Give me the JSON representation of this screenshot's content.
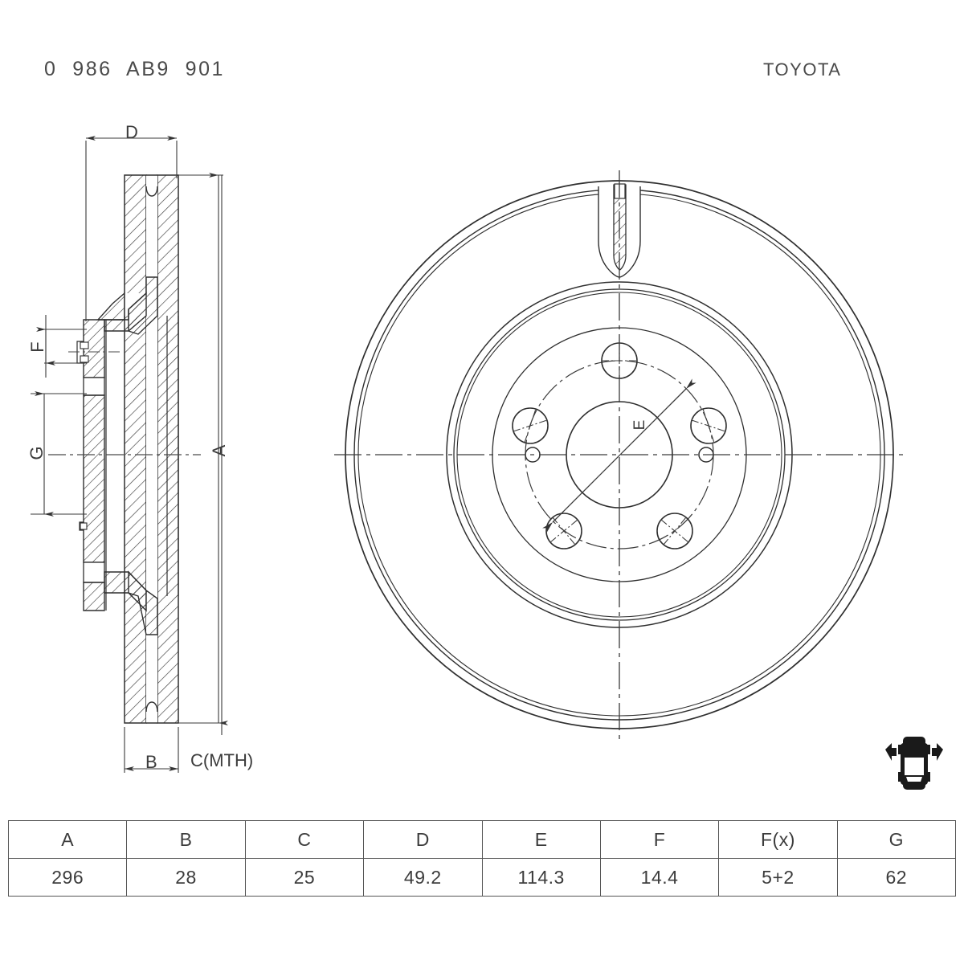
{
  "header": {
    "part_number": "0  986  AB9  901",
    "brand": "TOYOTA"
  },
  "drawing": {
    "title": "Brake disc technical drawing",
    "section_view_labels": {
      "D": "D",
      "A": "A",
      "B": "B",
      "C": "C(MTH)",
      "F": "F",
      "G": "G"
    },
    "front_view_labels": {
      "E": "E"
    },
    "icons": {
      "axle": "front-axle-car-icon"
    },
    "line_color": "#2f2f2f",
    "hatch_color": "#3a3a3a"
  },
  "spec_table": {
    "columns": [
      "A",
      "B",
      "C",
      "D",
      "E",
      "F",
      "F(x)",
      "G"
    ],
    "values": [
      "296",
      "28",
      "25",
      "49.2",
      "114.3",
      "14.4",
      "5+2",
      "62"
    ]
  }
}
